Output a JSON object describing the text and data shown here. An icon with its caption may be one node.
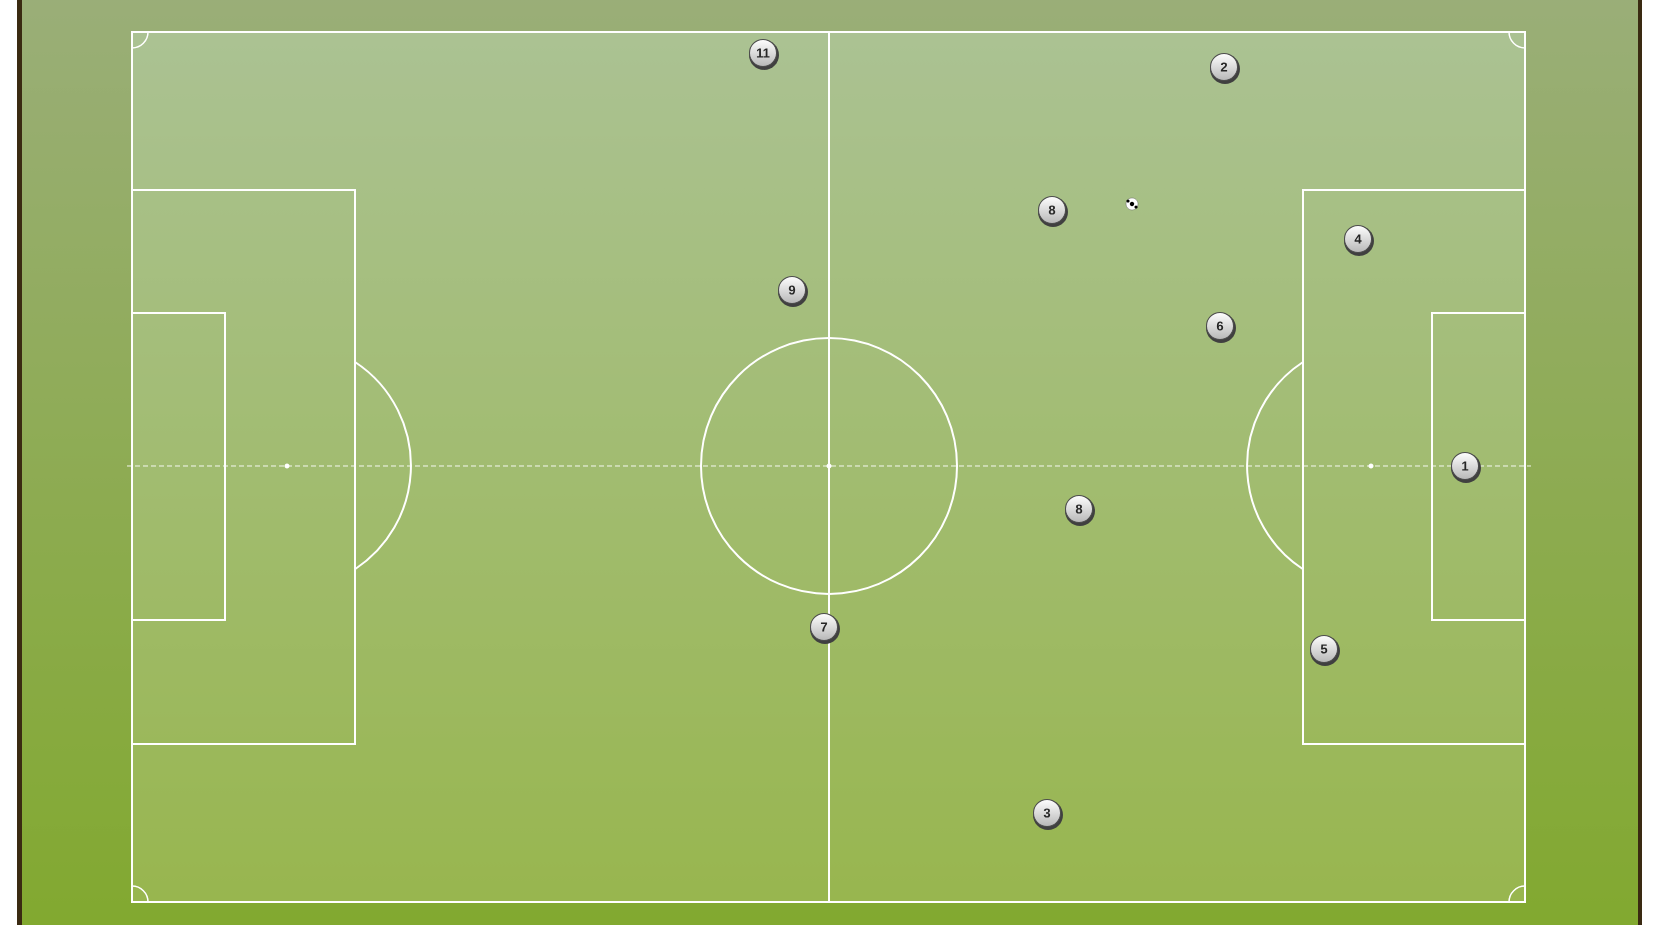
{
  "diagram": {
    "nodes": [
      {
        "text": [
          "11"
        ]
      },
      {
        "text": [
          "2"
        ]
      },
      {
        "text": [
          "8"
        ]
      },
      {
        "text": [
          "4"
        ]
      },
      {
        "text": [
          "9"
        ]
      },
      {
        "text": [
          "6"
        ]
      },
      {
        "text": [
          "1"
        ]
      },
      {
        "text": [
          "8"
        ]
      },
      {
        "text": [
          "7"
        ]
      },
      {
        "text": [
          "5"
        ]
      },
      {
        "text": [
          "3"
        ]
      }
    ]
  }
}
